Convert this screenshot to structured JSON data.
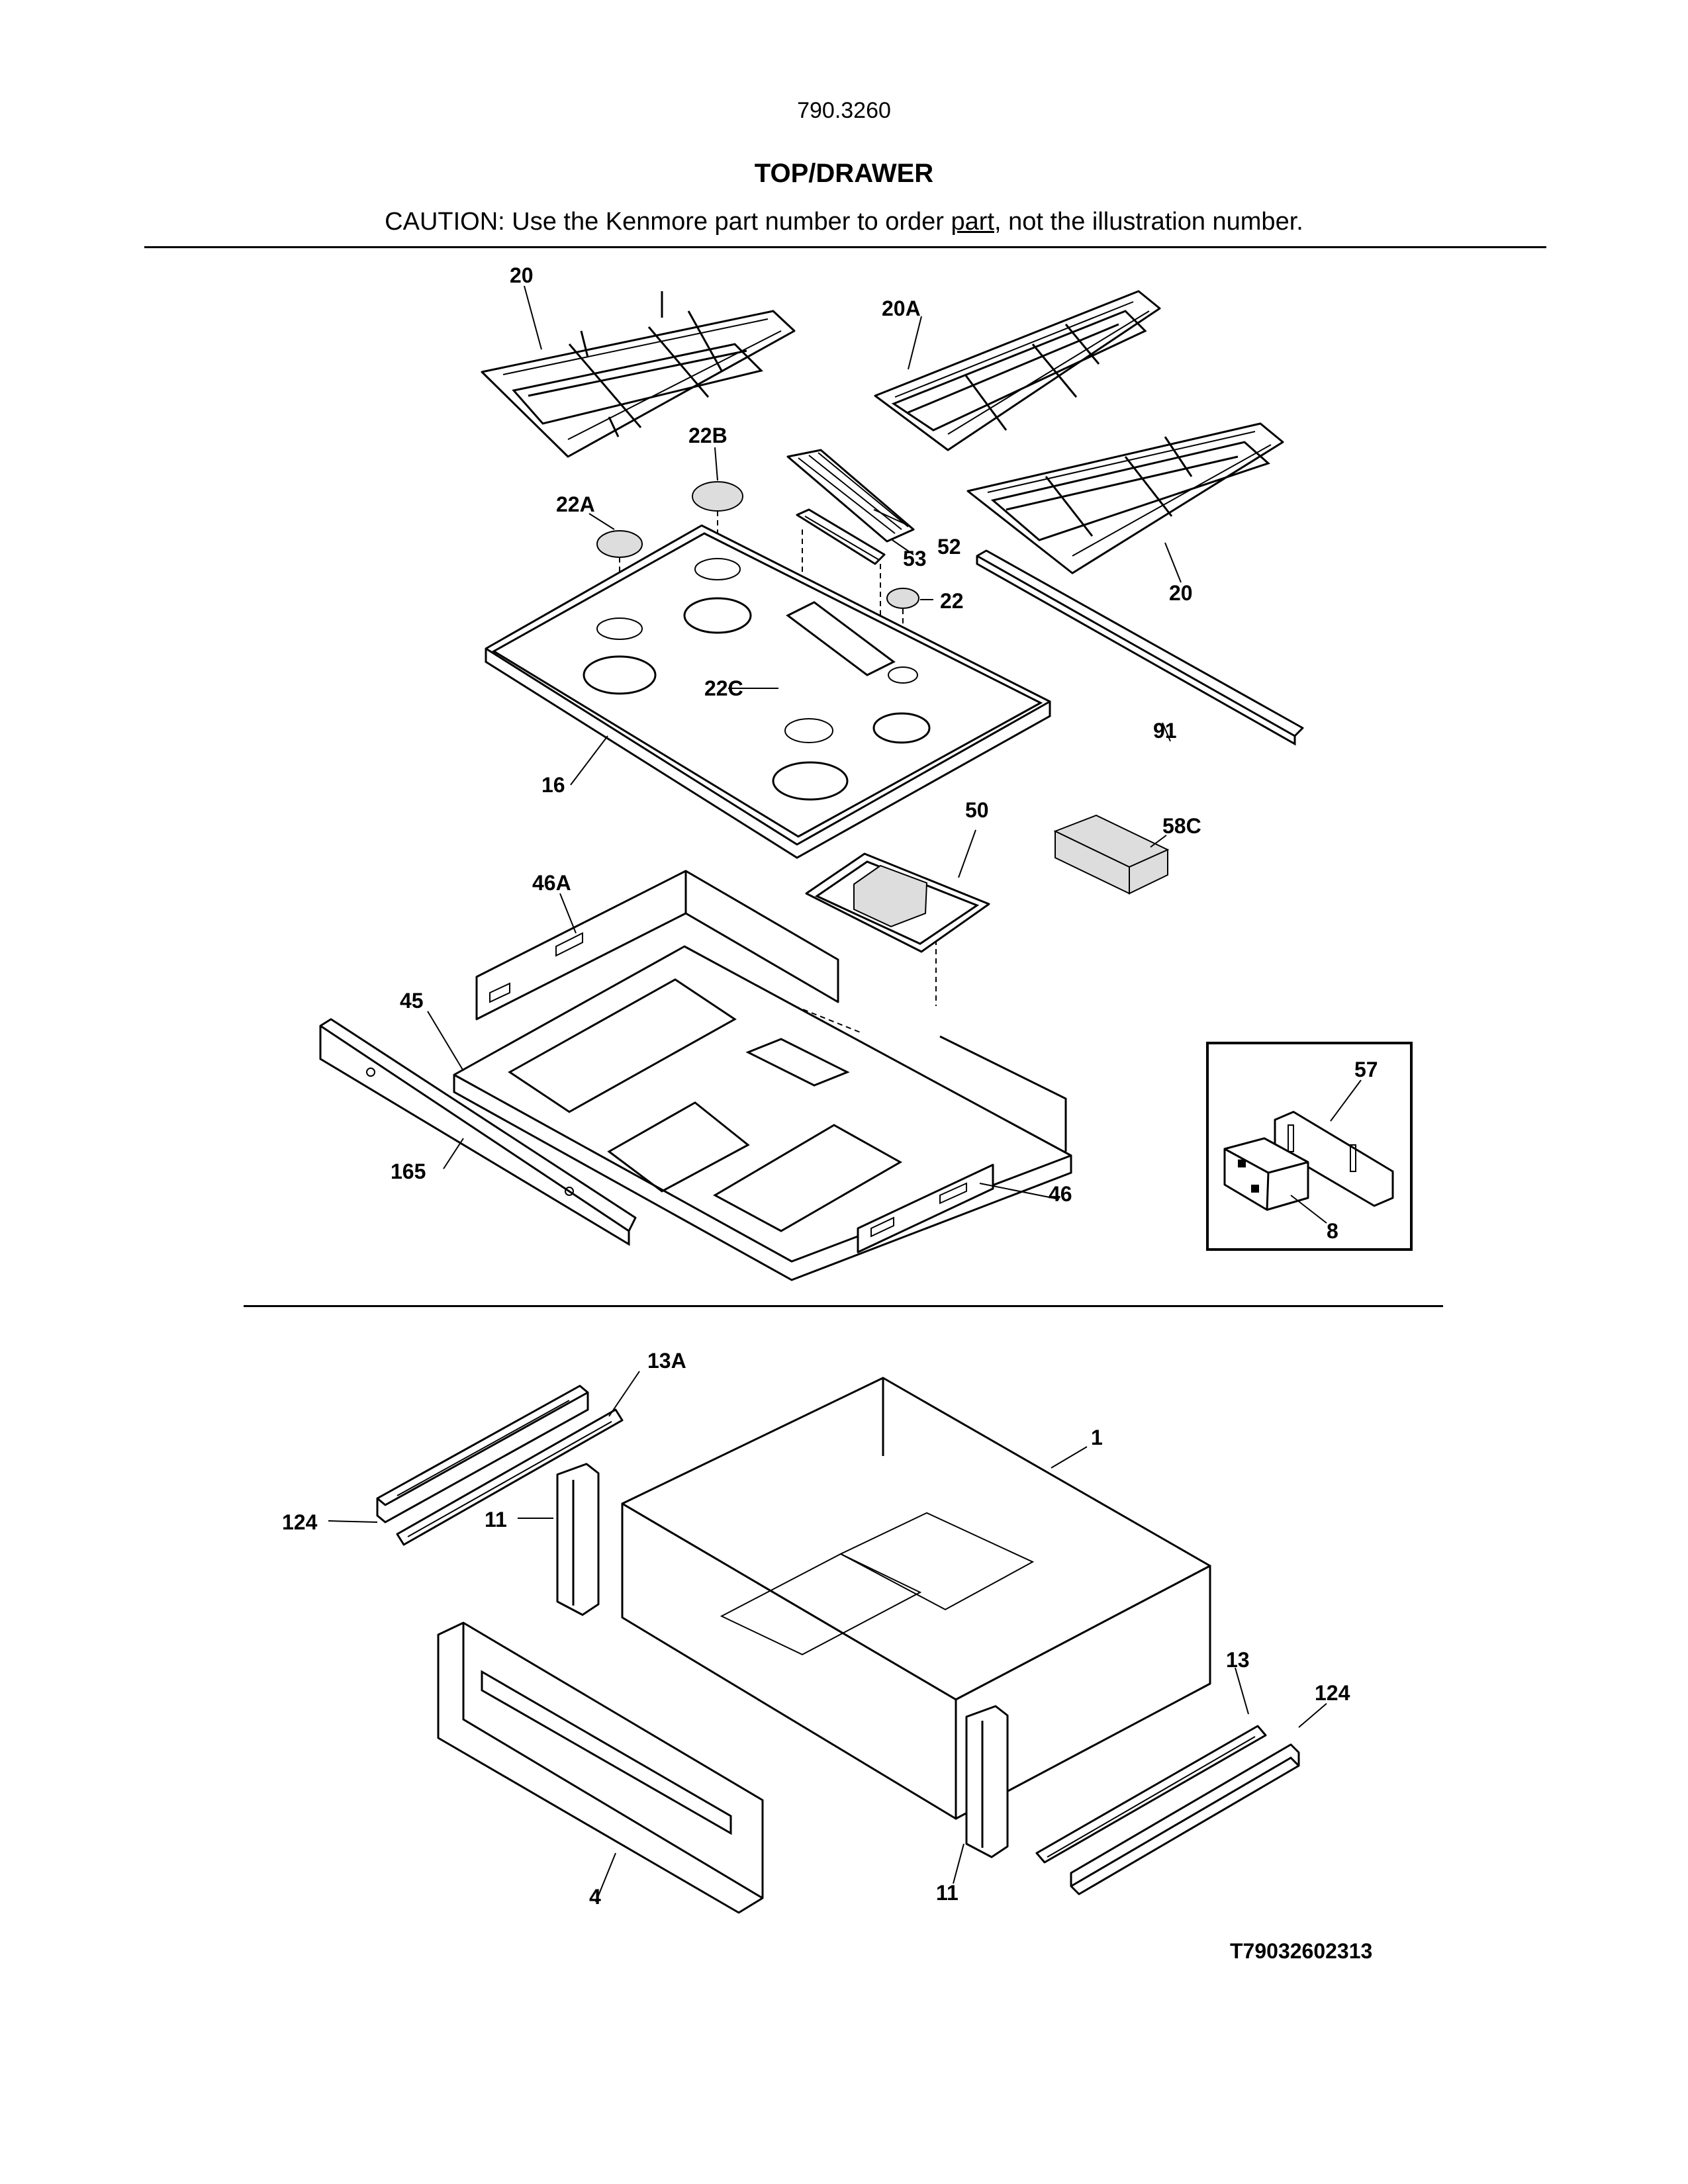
{
  "header": {
    "model_number": "790.3260",
    "section_title": "TOP/DRAWER",
    "caution_before": "CAUTION: Use the Kenmore part number to order ",
    "caution_underlined": "part",
    "caution_after": ", not the illustration number."
  },
  "callouts": {
    "grate_left": "20",
    "grate_center": "20A",
    "grate_right": "20",
    "burner_cap_22B": "22B",
    "burner_cap_22A": "22A",
    "burner_cap_22": "22",
    "burner_cap_22C": "22C",
    "grate_52": "52",
    "bracket_53": "53",
    "trim_91": "91",
    "cooktop_16": "16",
    "part_50": "50",
    "part_58C": "58C",
    "panel_46A": "46A",
    "panel_45": "45",
    "rail_165": "165",
    "panel_46": "46",
    "inset_57": "57",
    "inset_8": "8",
    "slide_13A": "13A",
    "drawer_1": "1",
    "slide_124_left": "124",
    "bracket_11_left": "11",
    "slide_13": "13",
    "slide_124_right": "124",
    "drawer_front_4": "4",
    "bracket_11_right": "11"
  },
  "footer": {
    "diagram_id": "T79032602313"
  }
}
